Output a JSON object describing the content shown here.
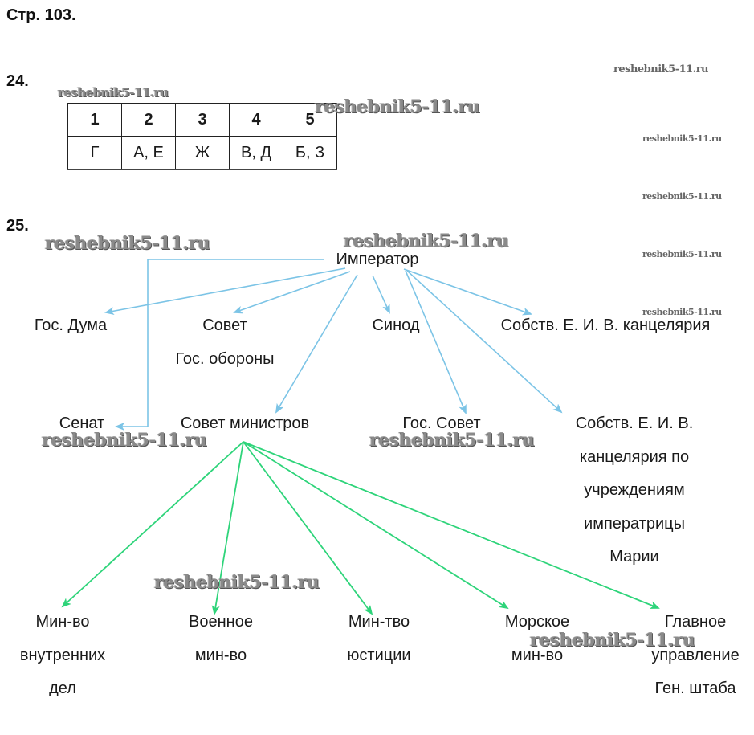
{
  "page_heading": "Стр. 103.",
  "task24": {
    "number": "24.",
    "headers": [
      "1",
      "2",
      "3",
      "4",
      "5"
    ],
    "values": [
      "Г",
      "А, Е",
      "Ж",
      "В, Д",
      "Б, З"
    ]
  },
  "task25": {
    "number": "25.",
    "nodes": {
      "emperor": [
        "Император"
      ],
      "duma": [
        "Гос. Дума"
      ],
      "defense_council": [
        "Совет",
        "Гос. обороны"
      ],
      "synod": [
        "Синод"
      ],
      "chancellery": [
        "Собств. Е. И. В. канцелярия"
      ],
      "senate": [
        "Сенат"
      ],
      "council_ministers": [
        "Совет министров"
      ],
      "state_council": [
        "Гос. Совет"
      ],
      "maria_chancellery": [
        "Собств. Е. И. В.",
        "канцелярия по",
        "учреждениям",
        "императрицы",
        "Марии"
      ],
      "interior": [
        "Мин-во",
        "внутренних",
        "дел"
      ],
      "war": [
        "Военное",
        "мин-во"
      ],
      "justice": [
        "Мин-тво",
        "юстиции"
      ],
      "navy": [
        "Морское",
        "мин-во"
      ],
      "general_staff": [
        "Главное",
        "управление",
        "Ген. штаба"
      ]
    },
    "edges": [
      {
        "from": "emperor",
        "to": "duma",
        "color": "blue"
      },
      {
        "from": "emperor",
        "to": "defense_council",
        "color": "blue"
      },
      {
        "from": "emperor",
        "to": "synod",
        "color": "blue"
      },
      {
        "from": "emperor",
        "to": "chancellery",
        "color": "blue"
      },
      {
        "from": "emperor",
        "to": "council_ministers",
        "color": "blue"
      },
      {
        "from": "emperor",
        "to": "state_council",
        "color": "blue"
      },
      {
        "from": "emperor",
        "to": "maria_chancellery",
        "color": "blue"
      },
      {
        "from": "emperor",
        "to": "senate",
        "color": "blue"
      },
      {
        "from": "council_ministers",
        "to": "interior",
        "color": "green"
      },
      {
        "from": "council_ministers",
        "to": "war",
        "color": "green"
      },
      {
        "from": "council_ministers",
        "to": "justice",
        "color": "green"
      },
      {
        "from": "council_ministers",
        "to": "navy",
        "color": "green"
      },
      {
        "from": "council_ministers",
        "to": "general_staff",
        "color": "green"
      }
    ]
  },
  "colors": {
    "blue": "#7cc4e6",
    "green": "#2ed47a",
    "text": "#1a1a1a"
  },
  "watermark": "reshebnik5-11.ru"
}
